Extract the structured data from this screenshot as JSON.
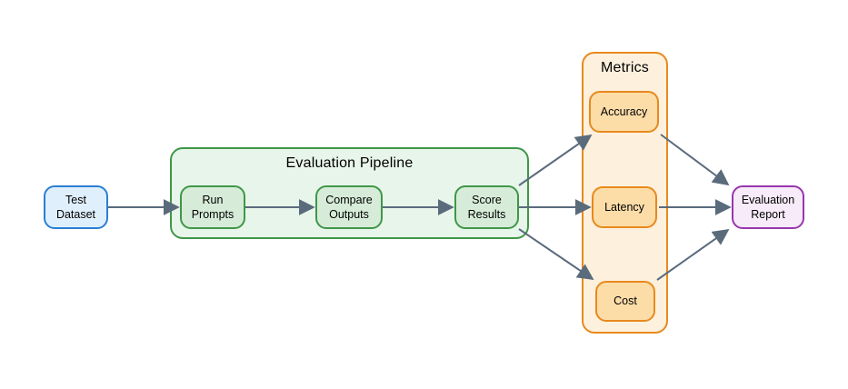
{
  "diagram": {
    "containers": {
      "pipeline": {
        "title": "Evaluation Pipeline"
      },
      "metrics": {
        "title": "Metrics"
      }
    },
    "nodes": {
      "test_dataset": {
        "label": "Test Dataset"
      },
      "run_prompts": {
        "label": "Run Prompts"
      },
      "compare_outputs": {
        "label": "Compare Outputs"
      },
      "score_results": {
        "label": "Score Results"
      },
      "accuracy": {
        "label": "Accuracy"
      },
      "latency": {
        "label": "Latency"
      },
      "cost": {
        "label": "Cost"
      },
      "evaluation_report": {
        "label": "Evaluation Report"
      }
    },
    "edges": [
      {
        "from": "test_dataset",
        "to": "run_prompts"
      },
      {
        "from": "run_prompts",
        "to": "compare_outputs"
      },
      {
        "from": "compare_outputs",
        "to": "score_results"
      },
      {
        "from": "score_results",
        "to": "accuracy"
      },
      {
        "from": "score_results",
        "to": "latency"
      },
      {
        "from": "score_results",
        "to": "cost"
      },
      {
        "from": "accuracy",
        "to": "evaluation_report"
      },
      {
        "from": "latency",
        "to": "evaluation_report"
      },
      {
        "from": "cost",
        "to": "evaluation_report"
      }
    ],
    "colors": {
      "arrow": "#5a6b7c",
      "blue_fill": "#e0effc",
      "blue_border": "#2a7fd4",
      "green_container_fill": "#e8f5eb",
      "green_node_fill": "#d6ecd8",
      "green_border": "#3f9748",
      "orange_container_fill": "#fdf1dd",
      "orange_node_fill": "#fcdda8",
      "orange_border": "#e8891d",
      "purple_fill": "#f7eaf9",
      "purple_border": "#9637ac",
      "text": "#000000",
      "background": "#ffffff"
    }
  }
}
